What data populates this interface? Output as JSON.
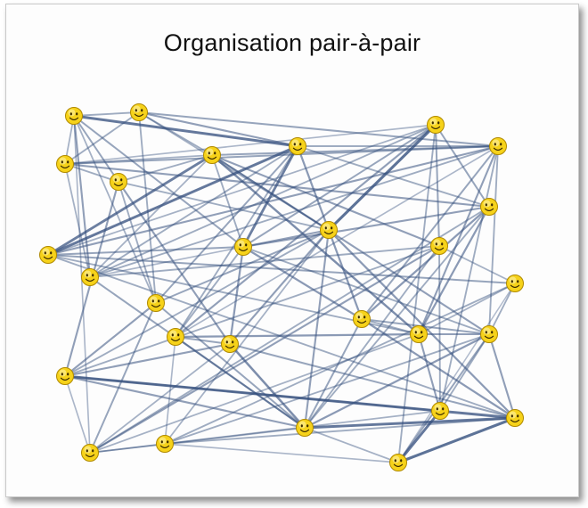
{
  "title": "Organisation pair-à-pair",
  "node_icon": "smiley-face-icon",
  "colors": {
    "edge": "#35507e",
    "node_fill": "#f6d21a",
    "node_stroke": "#b08a00"
  },
  "nodes": [
    {
      "id": 0
    },
    {
      "id": 1
    },
    {
      "id": 2
    },
    {
      "id": 3
    },
    {
      "id": 4
    },
    {
      "id": 5
    },
    {
      "id": 6
    },
    {
      "id": 7
    },
    {
      "id": 8
    },
    {
      "id": 9
    },
    {
      "id": 10
    },
    {
      "id": 11
    },
    {
      "id": 12
    },
    {
      "id": 13
    },
    {
      "id": 14
    },
    {
      "id": 15
    },
    {
      "id": 16
    },
    {
      "id": 17
    },
    {
      "id": 18
    },
    {
      "id": 19
    },
    {
      "id": 20
    },
    {
      "id": 21
    },
    {
      "id": 22
    },
    {
      "id": 23
    },
    {
      "id": 24
    },
    {
      "id": 25
    },
    {
      "id": 26
    },
    {
      "id": 27
    }
  ],
  "edges": [
    [
      0,
      1,
      0.45
    ],
    [
      0,
      6,
      0.9
    ],
    [
      0,
      3,
      0.5
    ],
    [
      0,
      2,
      0.4
    ],
    [
      0,
      7,
      0.5
    ],
    [
      0,
      26,
      0.35
    ],
    [
      0,
      8,
      0.55
    ],
    [
      1,
      2,
      0.45
    ],
    [
      1,
      6,
      0.55
    ],
    [
      1,
      5,
      0.45
    ],
    [
      1,
      11,
      0.5
    ],
    [
      1,
      9,
      0.4
    ],
    [
      2,
      3,
      0.45
    ],
    [
      2,
      10,
      0.35
    ],
    [
      2,
      11,
      0.5
    ],
    [
      2,
      13,
      0.55
    ],
    [
      2,
      5,
      0.4
    ],
    [
      3,
      5,
      0.45
    ],
    [
      3,
      16,
      0.55
    ],
    [
      3,
      9,
      0.45
    ],
    [
      3,
      20,
      0.55
    ],
    [
      4,
      6,
      0.9
    ],
    [
      4,
      7,
      0.5
    ],
    [
      4,
      11,
      0.55
    ],
    [
      4,
      19,
      0.45
    ],
    [
      4,
      22,
      0.45
    ],
    [
      4,
      10,
      0.4
    ],
    [
      5,
      4,
      0.85
    ],
    [
      5,
      7,
      0.45
    ],
    [
      5,
      9,
      0.45
    ],
    [
      5,
      11,
      0.5
    ],
    [
      5,
      8,
      0.4
    ],
    [
      5,
      19,
      0.7
    ],
    [
      5,
      21,
      0.55
    ],
    [
      5,
      14,
      0.55
    ],
    [
      6,
      7,
      0.85
    ],
    [
      6,
      8,
      0.45
    ],
    [
      6,
      12,
      0.5
    ],
    [
      6,
      18,
      0.6
    ],
    [
      6,
      15,
      0.45
    ],
    [
      6,
      11,
      0.45
    ],
    [
      7,
      9,
      0.55
    ],
    [
      7,
      13,
      0.55
    ],
    [
      7,
      10,
      0.5
    ],
    [
      7,
      15,
      0.45
    ],
    [
      7,
      18,
      0.6
    ],
    [
      7,
      16,
      0.6
    ],
    [
      7,
      21,
      0.45
    ],
    [
      8,
      10,
      0.45
    ],
    [
      8,
      17,
      0.5
    ],
    [
      8,
      14,
      0.45
    ],
    [
      8,
      11,
      0.45
    ],
    [
      8,
      7,
      0.35
    ],
    [
      9,
      10,
      0.95
    ],
    [
      9,
      20,
      0.45
    ],
    [
      9,
      17,
      0.55
    ],
    [
      9,
      22,
      0.6
    ],
    [
      9,
      24,
      0.4
    ],
    [
      9,
      12,
      0.5
    ],
    [
      9,
      16,
      0.55
    ],
    [
      10,
      14,
      0.5
    ],
    [
      10,
      15,
      0.55
    ],
    [
      10,
      13,
      0.5
    ],
    [
      10,
      27,
      0.45
    ],
    [
      11,
      18,
      0.5
    ],
    [
      11,
      19,
      0.55
    ],
    [
      11,
      21,
      0.45
    ],
    [
      11,
      25,
      0.45
    ],
    [
      12,
      17,
      0.5
    ],
    [
      12,
      20,
      0.55
    ],
    [
      12,
      26,
      0.5
    ],
    [
      13,
      18,
      0.6
    ],
    [
      13,
      19,
      0.6
    ],
    [
      13,
      17,
      0.45
    ],
    [
      14,
      17,
      0.45
    ],
    [
      14,
      26,
      0.55
    ],
    [
      14,
      20,
      0.45
    ],
    [
      14,
      25,
      0.45
    ],
    [
      15,
      16,
      0.5
    ],
    [
      15,
      17,
      0.55
    ],
    [
      15,
      19,
      0.6
    ],
    [
      15,
      24,
      0.35
    ],
    [
      16,
      17,
      0.7
    ],
    [
      16,
      20,
      0.55
    ],
    [
      16,
      22,
      0.5
    ],
    [
      16,
      26,
      0.4
    ],
    [
      17,
      18,
      0.5
    ],
    [
      17,
      20,
      0.55
    ],
    [
      17,
      21,
      0.6
    ],
    [
      17,
      22,
      0.9
    ],
    [
      17,
      26,
      0.4
    ],
    [
      17,
      27,
      0.4
    ],
    [
      18,
      21,
      0.5
    ],
    [
      18,
      22,
      0.6
    ],
    [
      18,
      19,
      0.45
    ],
    [
      19,
      21,
      0.55
    ],
    [
      19,
      23,
      0.4
    ],
    [
      19,
      25,
      0.55
    ],
    [
      20,
      22,
      0.9
    ],
    [
      20,
      25,
      0.45
    ],
    [
      20,
      26,
      0.35
    ],
    [
      21,
      22,
      0.55
    ],
    [
      21,
      24,
      0.45
    ],
    [
      21,
      27,
      0.5
    ],
    [
      21,
      25,
      0.45
    ],
    [
      22,
      27,
      0.95
    ],
    [
      22,
      24,
      0.45
    ],
    [
      23,
      24,
      0.45
    ],
    [
      23,
      21,
      0.45
    ],
    [
      23,
      14,
      0.4
    ],
    [
      24,
      27,
      0.35
    ],
    [
      25,
      26,
      0.4
    ],
    [
      25,
      27,
      0.9
    ],
    [
      26,
      13,
      0.45
    ],
    [
      27,
      23,
      0.3
    ],
    [
      0,
      12,
      0.4
    ],
    [
      1,
      12,
      0.45
    ],
    [
      2,
      8,
      0.4
    ],
    [
      3,
      12,
      0.45
    ],
    [
      6,
      13,
      0.45
    ],
    [
      4,
      23,
      0.5
    ],
    [
      19,
      26,
      0.4
    ],
    [
      11,
      15,
      0.35
    ]
  ]
}
